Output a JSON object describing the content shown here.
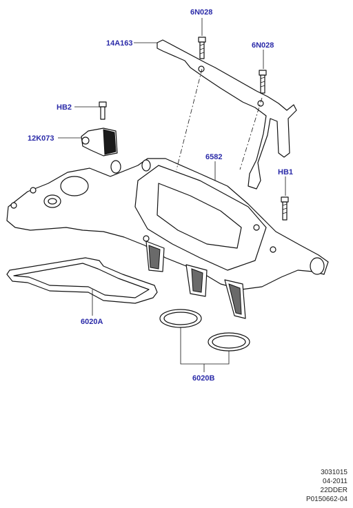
{
  "callouts": {
    "bolt_top": "6N028",
    "bracket": "14A163",
    "bolt_right": "6N028",
    "bolt_hb2": "HB2",
    "sensor": "12K073",
    "cover": "6582",
    "bolt_hb1": "HB1",
    "gasket_cover": "6020A",
    "seals": "6020B"
  },
  "footer": {
    "line1": "3031015",
    "line2": "04-2011",
    "line3": "22DDER",
    "line4": "P0150662-04"
  }
}
